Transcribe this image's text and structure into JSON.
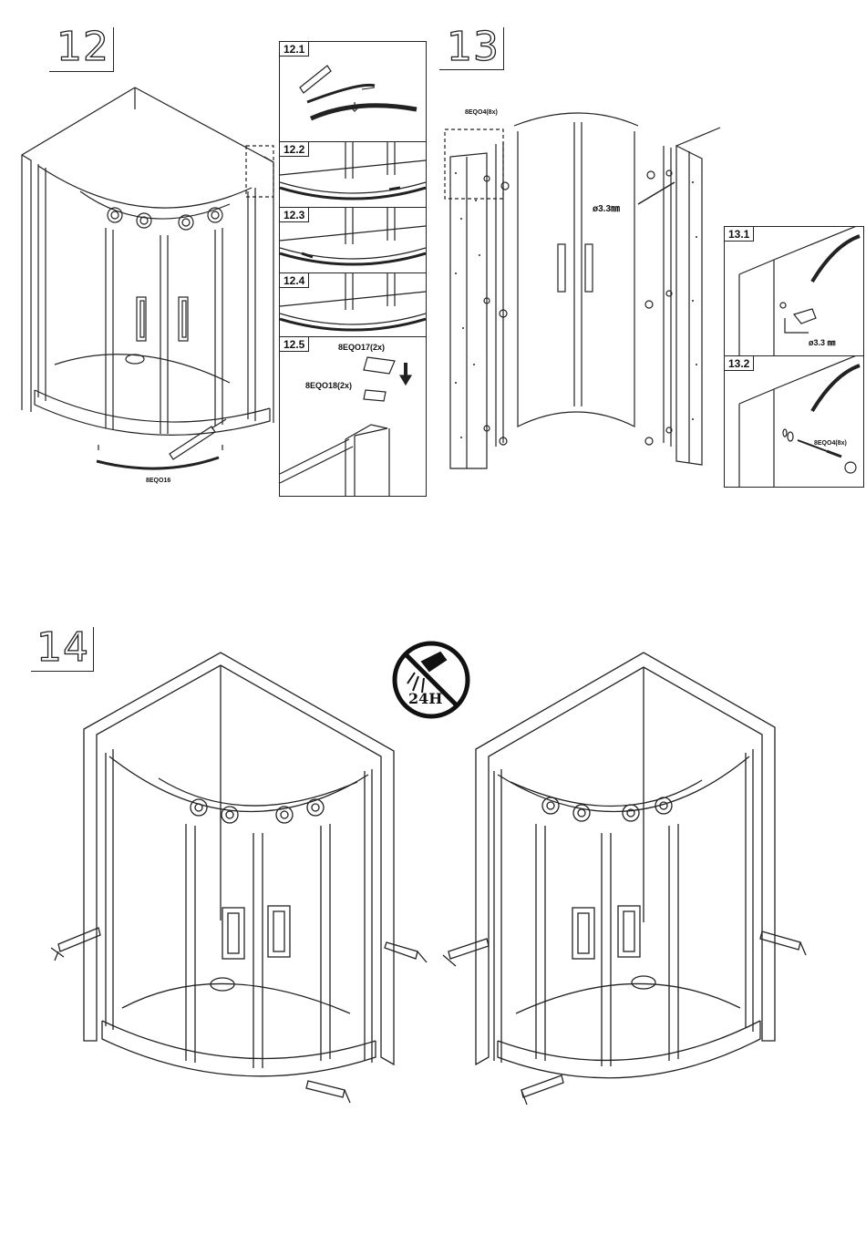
{
  "steps": {
    "s12": {
      "number": "12",
      "part_label": "8EQO16"
    },
    "s12_1": {
      "tag": "12.1"
    },
    "s12_2": {
      "tag": "12.2"
    },
    "s12_3": {
      "tag": "12.3"
    },
    "s12_4": {
      "tag": "12.4"
    },
    "s12_5": {
      "tag": "12.5",
      "part_a": "8EQO17(2x)",
      "part_b": "8EQO18(2x)"
    },
    "s13": {
      "number": "13",
      "part_label": "8EQO4(8x)",
      "drill": "ø3.3㎜"
    },
    "s13_1": {
      "tag": "13.1",
      "drill": "ø3.3 ㎜"
    },
    "s13_2": {
      "tag": "13.2",
      "part_label": "8EQO4(8x)"
    },
    "s14": {
      "number": "14",
      "wait_label": "24H"
    }
  }
}
